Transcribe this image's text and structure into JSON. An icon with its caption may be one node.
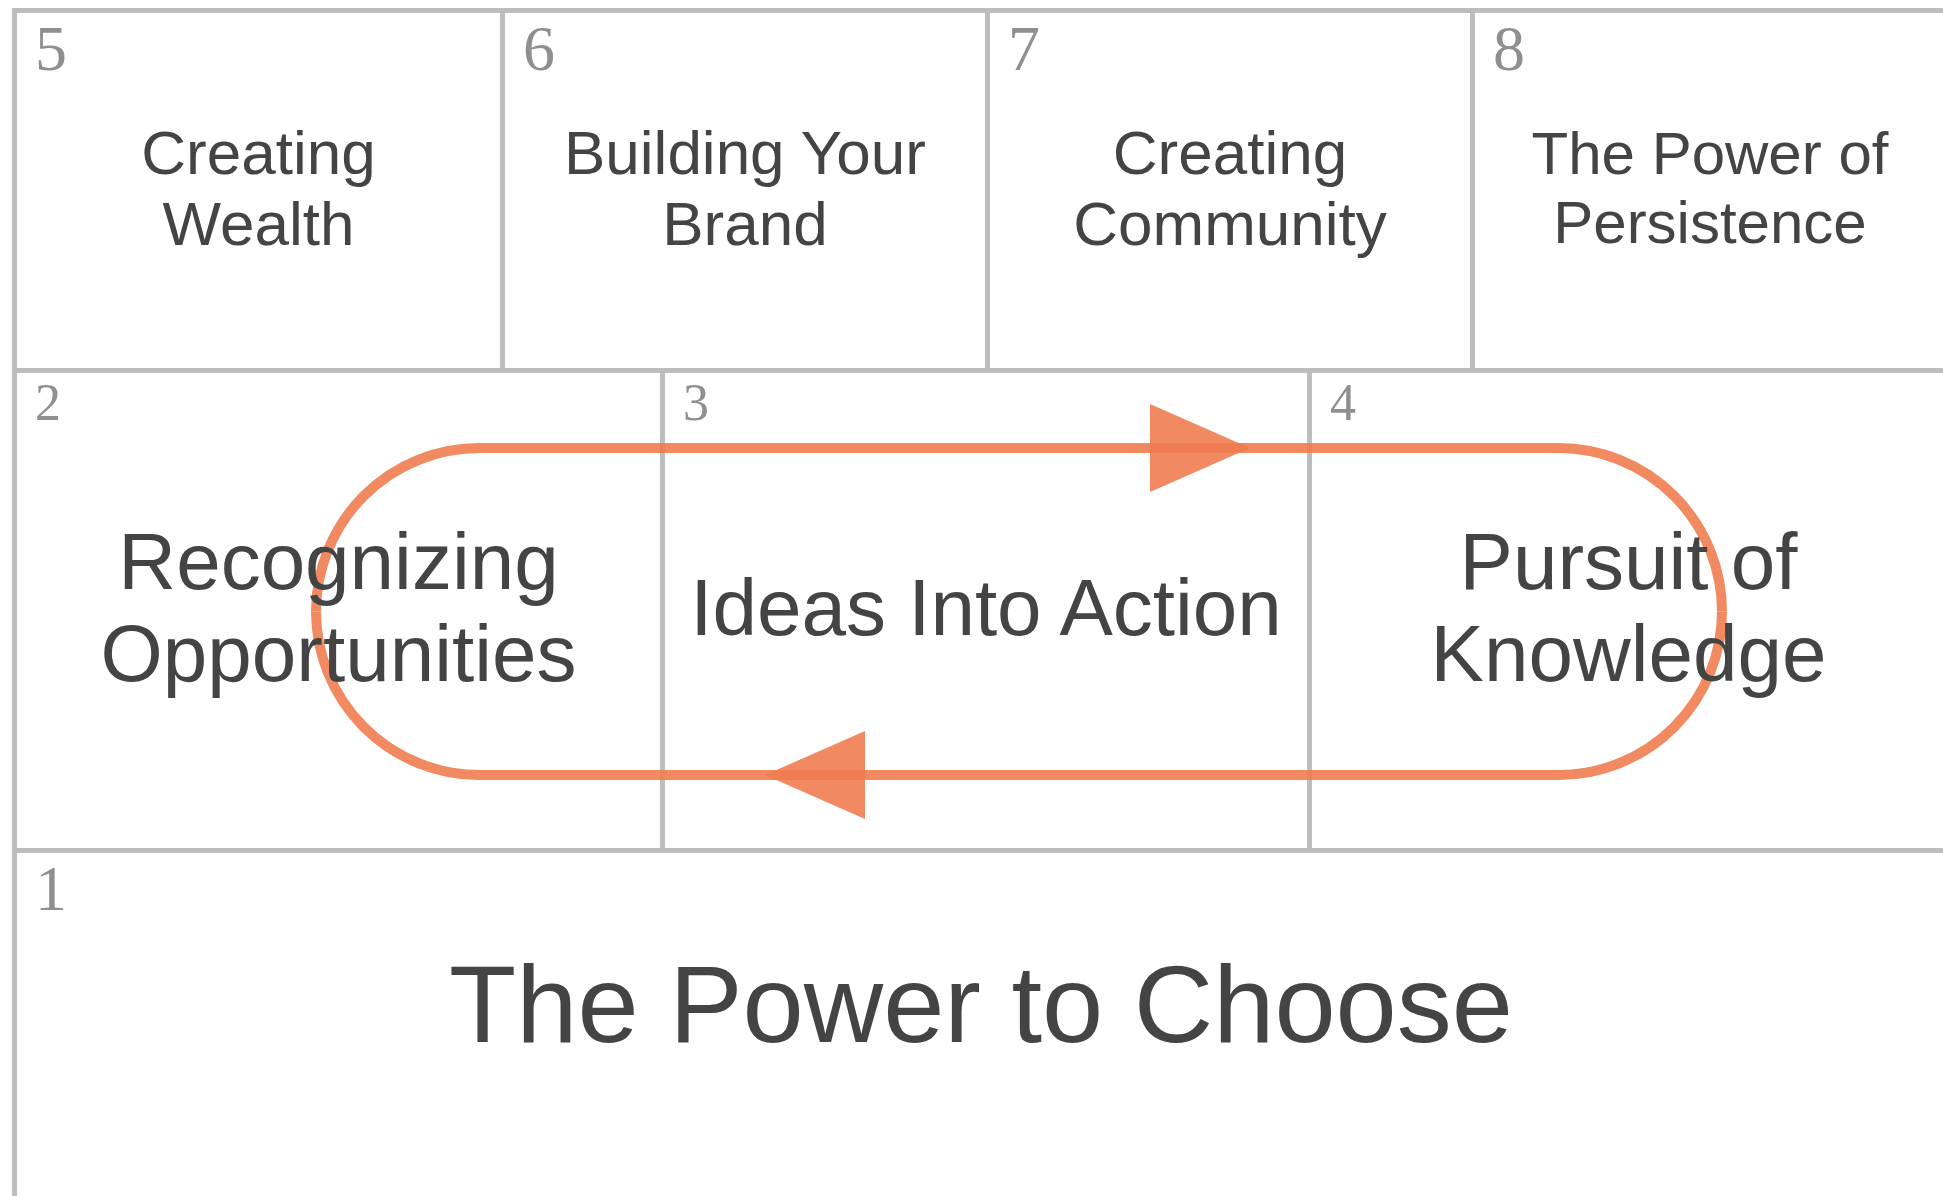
{
  "diagram": {
    "nodes": [
      {
        "text": [
          "5",
          "Creating Wealth"
        ]
      },
      {
        "text": [
          "6",
          "Building Your Brand"
        ]
      },
      {
        "text": [
          "7",
          "Creating Community"
        ]
      },
      {
        "text": [
          "8",
          "The Power of Persistence"
        ]
      },
      {
        "text": [
          "2",
          "Recognizing Opportunities"
        ]
      },
      {
        "text": [
          "3",
          "Ideas Into Action"
        ]
      },
      {
        "text": [
          "4",
          "Pursuit of Knowledge"
        ]
      },
      {
        "text": [
          "1",
          "The Power to Choose"
        ]
      }
    ],
    "edges": [
      {
        "from": 4,
        "to": 5,
        "arrow": "none"
      },
      {
        "from": 5,
        "to": 6,
        "arrow": "to"
      },
      {
        "from": 6,
        "to": 5,
        "arrow": "none"
      },
      {
        "from": 5,
        "to": 4,
        "arrow": "to"
      }
    ]
  }
}
